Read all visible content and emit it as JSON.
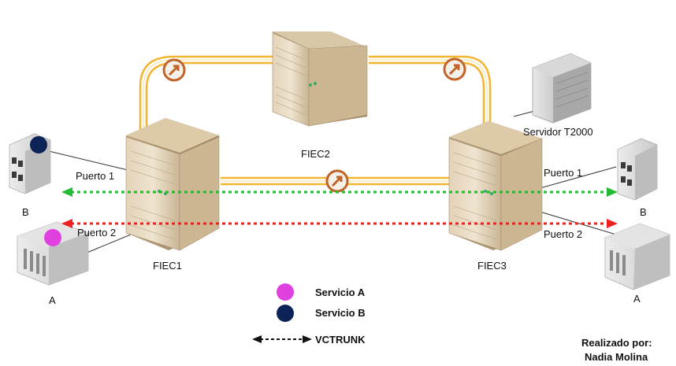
{
  "nodes": {
    "fiec1": "FIEC1",
    "fiec2": "FIEC2",
    "fiec3": "FIEC3",
    "server": "Servidor T2000"
  },
  "sites": {
    "left_b": "B",
    "left_a": "A",
    "right_b": "B",
    "right_a": "A"
  },
  "ports": {
    "left_1": "Puerto 1",
    "left_2": "Puerto 2",
    "right_1": "Puerto 1",
    "right_2": "Puerto 2"
  },
  "legend": {
    "service_a": "Servicio A",
    "service_b": "Servicio B",
    "vctrunk": "VCTRUNK",
    "service_a_color": "#e040e0",
    "service_b_color": "#0d2357"
  },
  "credits": {
    "line1": "Realizado por:",
    "line2": "Nadia Molina"
  },
  "colors": {
    "fiber": "#f2b632",
    "link_b": "#22bb33",
    "link_a": "#ee2222",
    "icon": "#c0642a"
  }
}
